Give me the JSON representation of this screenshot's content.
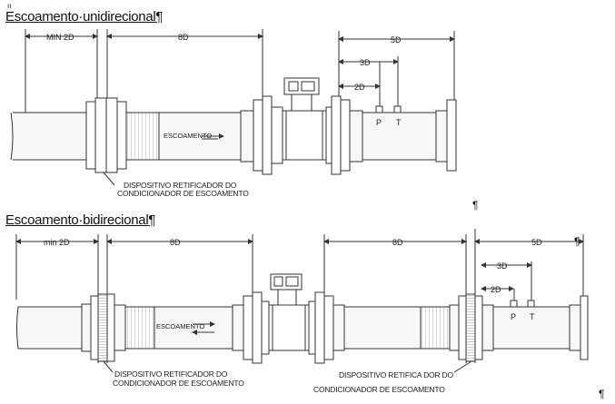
{
  "unidirectional": {
    "title": "Escoamento·unidirecional",
    "pilcrow_title": "¶",
    "dim_min": "MIN 2D",
    "dim_up": "8D",
    "dim_outer": "5D",
    "dim_mid": "3D",
    "dim_inner": "2D",
    "port_p": "P",
    "port_t": "T",
    "flow_label": "ESCOAMENTO",
    "caption_line1": "DISPOSITIVO RETIFICADOR DO",
    "caption_line2": "CONDICIONADOR DE ESCOAMENTO",
    "pilcrow_after": "¶"
  },
  "bidirectional": {
    "title": "Escoamento·bidirecional",
    "pilcrow_title": "¶",
    "dim_min": "min 2D",
    "dim_up": "8D",
    "dim_down": "8D",
    "dim_outer": "5D",
    "dim_mid": "3D",
    "dim_inner": "2D",
    "port_p": "P",
    "port_t": "T",
    "flow_label": "ESCOAMENTO",
    "caption_left_line1": "DISPOSITIVO RETIFICADOR DO",
    "caption_left_line2": "CONDICIONADOR DE ESCOAMENTO",
    "caption_right_line1": "DISPOSITIVO RETIFICA DOR DO",
    "caption_right_line2": "CONDICIONADOR DE ESCOAMENTO",
    "pilcrow_right": "¶",
    "pilcrow_end": "¶"
  },
  "colors": {
    "line": "#333333",
    "fill": "#f7f7f7",
    "hatch": "#888888"
  }
}
